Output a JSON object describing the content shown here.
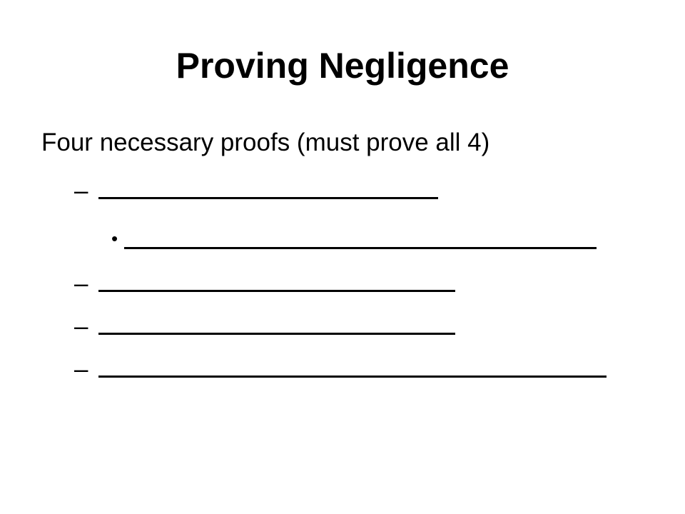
{
  "slide": {
    "title": "Proving Negligence",
    "intro": "Four necessary proofs (must prove all 4)",
    "items": [
      {
        "marker": "–",
        "level": 1
      },
      {
        "marker": "•",
        "level": 2
      },
      {
        "marker": "–",
        "level": 1
      },
      {
        "marker": "–",
        "level": 1
      },
      {
        "marker": "–",
        "level": 1
      }
    ]
  }
}
